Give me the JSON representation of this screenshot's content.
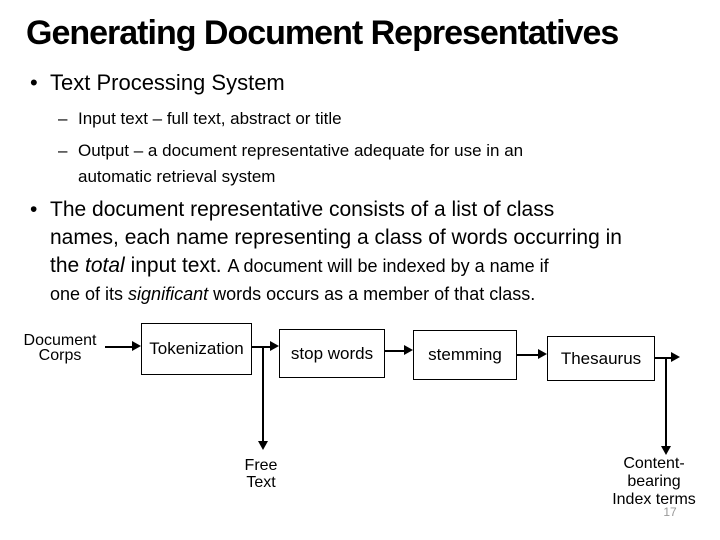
{
  "slide": {
    "title": "Generating Document Representatives"
  },
  "body": {
    "bullet1": {
      "marker": "•",
      "text": "Text Processing System"
    },
    "sub_bullets": [
      {
        "marker": "–",
        "lines": [
          "Input text – full text, abstract or title"
        ]
      },
      {
        "marker": "–",
        "lines": [
          "Output – a document representative adequate for use in an",
          "automatic retrieval system"
        ]
      }
    ],
    "bullet2": {
      "marker": "•",
      "line1": "The document representative consists of a list of class",
      "line2": "names, each name representing a class of words occurring in",
      "line3_pre": "the ",
      "line3_italic": "total",
      "line3_mid": " input text. ",
      "line3_small": "A document will be indexed by a name if",
      "line4_pre": "one of its ",
      "line4_italic": "significant",
      "line4_post": " words occurs as a member of that class."
    }
  },
  "diagram": {
    "source": {
      "lines": [
        "Document",
        "Corps"
      ]
    },
    "boxes": [
      {
        "label": "Tokenization"
      },
      {
        "label": "stop words"
      },
      {
        "label": "stemming"
      },
      {
        "label": "Thesaurus"
      }
    ],
    "outputs": [
      {
        "lines": [
          "Free",
          "Text"
        ]
      },
      {
        "lines": [
          "Content-",
          "bearing",
          "Index terms"
        ]
      }
    ]
  },
  "footer": {
    "page_number": "17"
  },
  "colors": {
    "ink": "#000000",
    "background": "#ffffff",
    "page_number": "#999999"
  }
}
